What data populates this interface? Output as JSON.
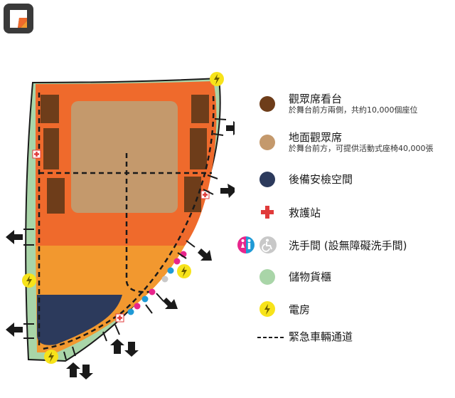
{
  "app": {
    "icon": "map-app-icon"
  },
  "colors": {
    "seating_stands": "#6e3d1a",
    "floor_seating": "#c4996c",
    "backstage_security": "#2c3a5c",
    "first_aid": "#e03a3a",
    "restroom_female": "#e8258c",
    "restroom_male": "#1f9ad6",
    "restroom_accessible": "#c8c8c8",
    "storage": "#a9d5a8",
    "power_room": "#f7e31a",
    "stage_zone": "#ef6a2c",
    "concourse_zone": "#f2982f"
  },
  "legend": {
    "items": [
      {
        "key": "seating_stands",
        "label": "觀眾席看台",
        "sub": "於舞台前方兩側，共約10,000個座位",
        "icon": "brown-circle-icon"
      },
      {
        "key": "floor_seating",
        "label": "地面觀眾席",
        "sub": "於舞台前方，可提供活動式座椅40,000張",
        "icon": "tan-circle-icon"
      },
      {
        "key": "backstage_security",
        "label": "後備安檢空間",
        "sub": "",
        "icon": "navy-circle-icon"
      },
      {
        "key": "first_aid",
        "label": "救護站",
        "sub": "",
        "icon": "first-aid-cross-icon"
      },
      {
        "key": "restroom",
        "label": "洗手間  (設無障礙洗手間)",
        "sub": "",
        "icon": "restroom-icon"
      },
      {
        "key": "storage",
        "label": "儲物貨櫃",
        "sub": "",
        "icon": "green-circle-icon"
      },
      {
        "key": "power_room",
        "label": "電房",
        "sub": "",
        "icon": "lightning-icon"
      },
      {
        "key": "emergency_route",
        "label": "緊急車輛通道",
        "sub": "",
        "icon": "dashed-line-icon"
      }
    ]
  }
}
